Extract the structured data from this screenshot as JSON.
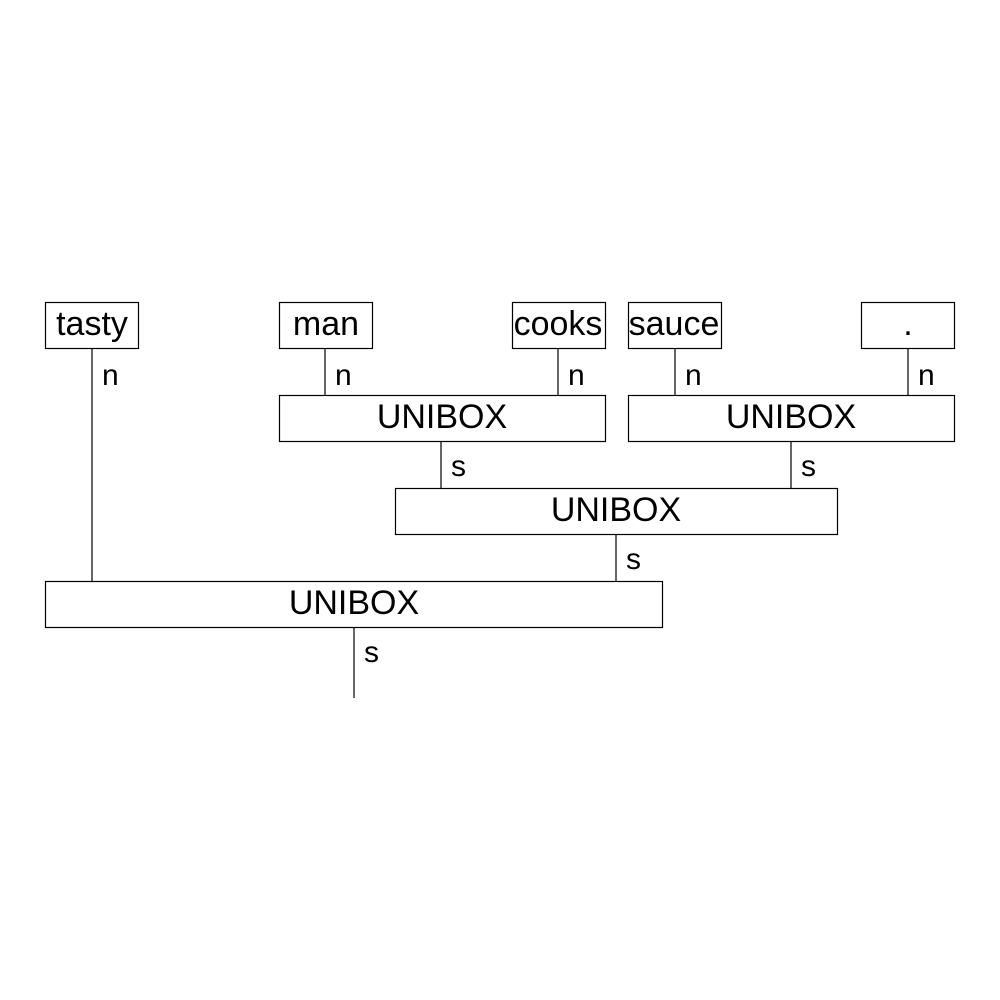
{
  "words": [
    "tasty",
    "man",
    "cooks",
    "sauce",
    "."
  ],
  "boxes": [
    "UNIBOX",
    "UNIBOX",
    "UNIBOX",
    "UNIBOX"
  ],
  "wire_types": {
    "tasty_out": "n",
    "man_out": "n",
    "cooks_out": "n",
    "sauce_out": "n",
    "period_out": "n",
    "box_man_cooks_out": "s",
    "box_sauce_period_out": "s",
    "box_middle_out": "s",
    "box_bottom_out": "s"
  },
  "colors": {
    "stroke": "#000000",
    "background": "#ffffff"
  }
}
